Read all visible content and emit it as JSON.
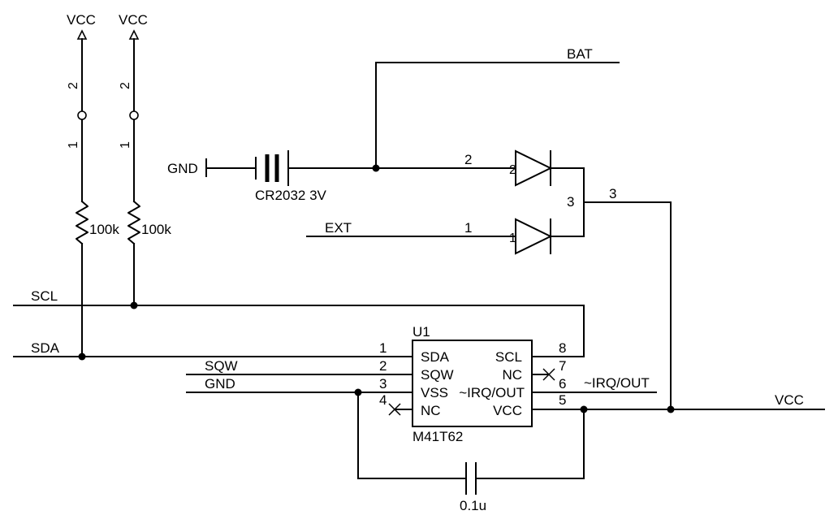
{
  "labels": {
    "vcc_left": "VCC",
    "vcc_right_top": "VCC",
    "pin2_a": "2",
    "pin1_a": "1",
    "pin2_b": "2",
    "pin1_b": "1",
    "r1": "100k",
    "r2": "100k",
    "bat": "BAT",
    "gnd_batt": "GND",
    "battery": "CR2032 3V",
    "ext": "EXT",
    "d_net2": "2",
    "d_pin2": "2",
    "d_net1": "1",
    "d_pin1": "1",
    "d_pin3": "3",
    "d_net3": "3",
    "scl": "SCL",
    "sda": "SDA",
    "sqw": "SQW",
    "gnd": "GND",
    "u1": "U1",
    "part": "M41T62",
    "pin_sda": "SDA",
    "pin_sqw": "SQW",
    "pin_vss": "VSS",
    "pin_nc_l": "NC",
    "pin_scl": "SCL",
    "pin_nc_r": "NC",
    "pin_irq": "~IRQ/OUT",
    "pin_vcc": "VCC",
    "n1": "1",
    "n2": "2",
    "n3": "3",
    "n4": "4",
    "n8": "8",
    "n7": "7",
    "n6": "6",
    "n5": "5",
    "irq_net": "~IRQ/OUT",
    "vcc_net": "VCC",
    "cap": "0.1u"
  }
}
